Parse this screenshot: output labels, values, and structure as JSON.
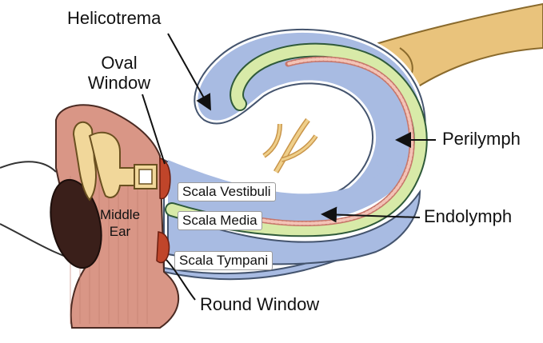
{
  "labels": {
    "helicotrema": "Helicotrema",
    "oval_window_line1": "Oval",
    "oval_window_line2": "Window",
    "perilymph": "Perilymph",
    "endolymph": "Endolymph",
    "round_window": "Round Window",
    "middle_ear_line1": "Middle",
    "middle_ear_line2": "Ear",
    "scala_vestibuli": "Scala Vestibuli",
    "scala_media": "Scala Media",
    "scala_tympani": "Scala Tympani"
  },
  "colors": {
    "perilymph_blue": "#9fb2dc",
    "scala_media_green": "#d6e8a8",
    "organ_pink": "#e7a59a",
    "middle_ear_red": "#d89080",
    "bone_yellow": "#f1d79a",
    "nerve_tan": "#e6c07a",
    "eardrum_dark": "#3a1f1a"
  }
}
